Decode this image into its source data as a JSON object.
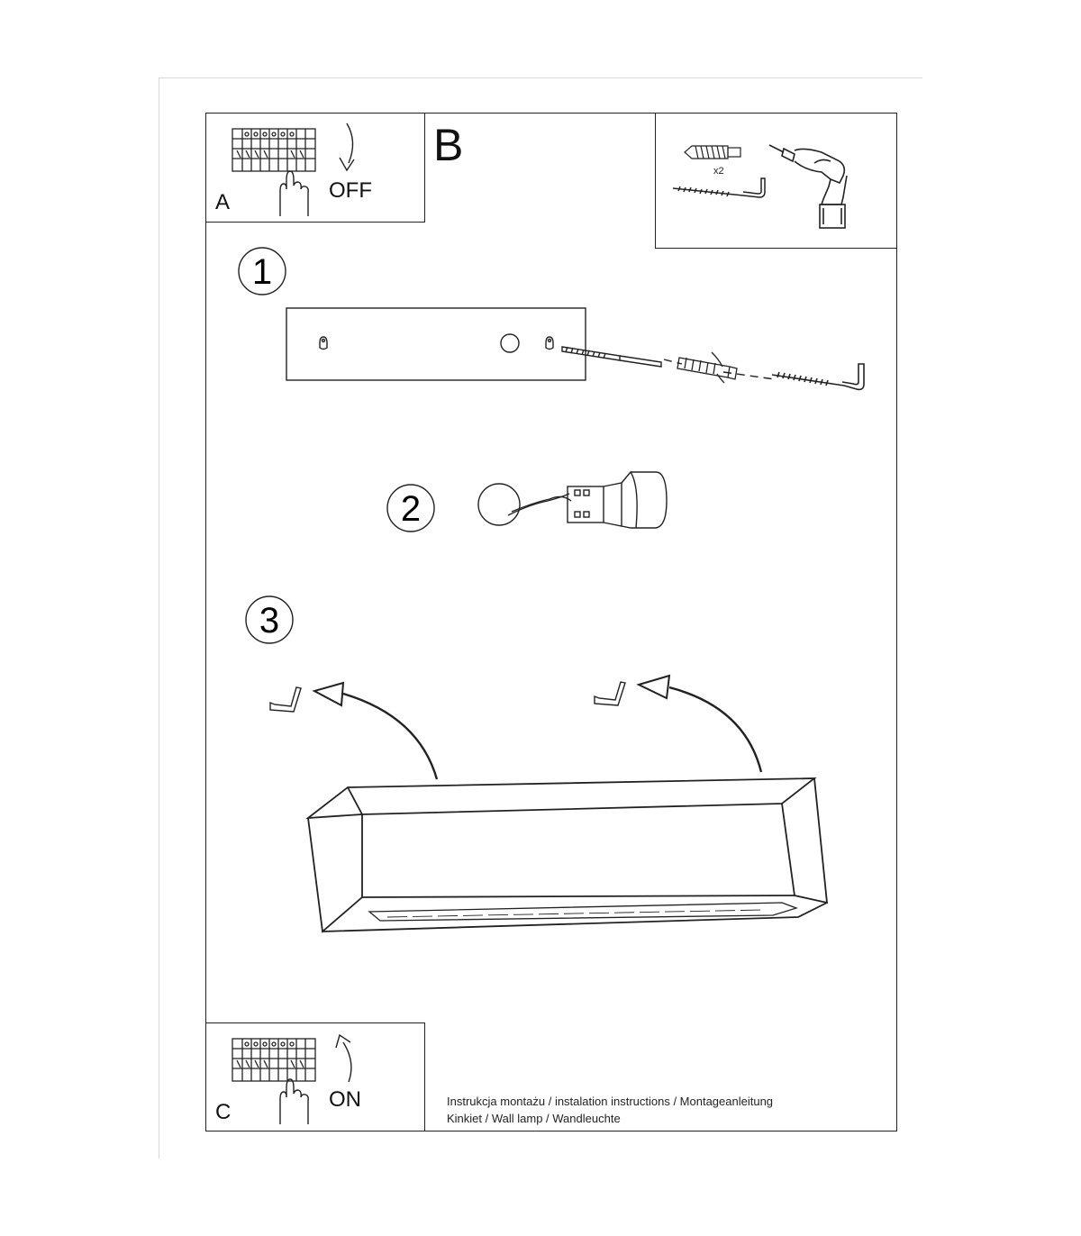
{
  "steps": {
    "a_letter": "A",
    "b_letter": "B",
    "c_letter": "C",
    "off_label": "OFF",
    "on_label": "ON",
    "step1": "1",
    "step2": "2",
    "step3": "3"
  },
  "tools": {
    "quantity": "x2"
  },
  "footer": {
    "line1": "Instrukcja montażu / instalation instructions / Montageanleitung",
    "line2": "Kinkiet / Wall lamp / Wandleuchte"
  },
  "icons": [
    "switchboard-icon",
    "hand-icon",
    "arrow-down-icon",
    "arrow-up-icon",
    "wall-plug-icon",
    "screw-hook-icon",
    "drill-icon",
    "mounting-plate-icon",
    "lamp-socket-icon",
    "wall-lamp-icon"
  ]
}
